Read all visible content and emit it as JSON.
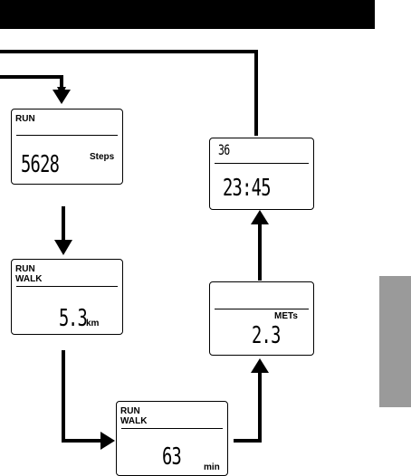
{
  "diagram": {
    "screens": {
      "steps": {
        "mode": "RUN",
        "value": "5628",
        "unit": "Steps"
      },
      "distance": {
        "mode_line1": "RUN",
        "mode_line2": "WALK",
        "value_main": "5",
        "value_dec": ".3",
        "unit": "km"
      },
      "time": {
        "mode_line1": "RUN",
        "mode_line2": "WALK",
        "value": "63",
        "unit": "min"
      },
      "mets": {
        "unit": "METs",
        "value": "2.3"
      },
      "clock": {
        "top_value": "36",
        "value": "23:45"
      }
    }
  }
}
